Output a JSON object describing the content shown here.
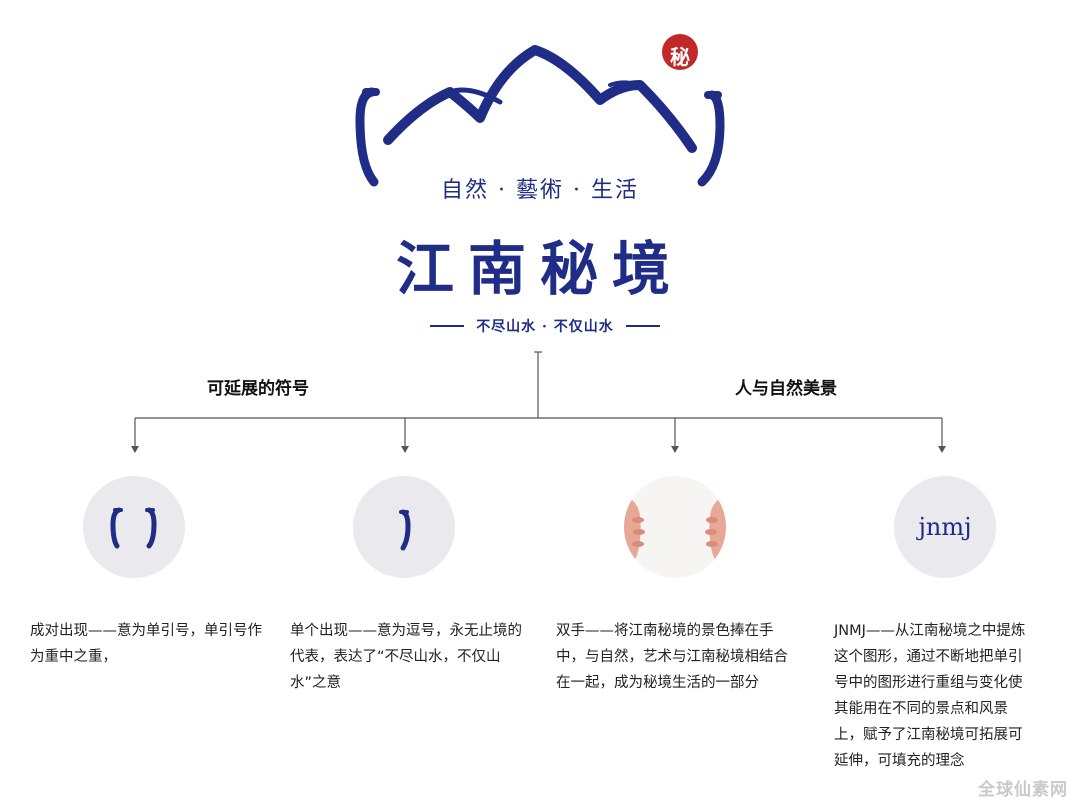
{
  "logo": {
    "seal_text": "秘",
    "tagline": "自然 · 藝術 · 生活",
    "brand_name": "江南秘境",
    "slogan": "不尽山水 · 不仅山水"
  },
  "branches": [
    {
      "heading": "可延展的符号"
    },
    {
      "heading": "人与自然美景"
    }
  ],
  "items": [
    {
      "icon": "paired-brackets-icon",
      "description": "成对出现——意为单引号，单引号作为重中之重，"
    },
    {
      "icon": "single-bracket-icon",
      "description": "单个出现——意为逗号，永无止境的代表，表达了“不尽山水，不仅山水”之意"
    },
    {
      "icon": "hands-photo",
      "description": "双手——将江南秘境的景色捧在手中，与自然，艺术与江南秘境相结合在一起，成为秘境生活的一部分"
    },
    {
      "icon": "jnmj-wordmark",
      "circle_text": "jnmj",
      "description": "JNMJ——从江南秘境之中提炼这个图形，通过不断地把单引号中的图形进行重组与变化使其能用在不同的景点和风景上，赋予了江南秘境可拓展可延伸，可填充的理念"
    }
  ],
  "watermark": "全球仙素网",
  "colors": {
    "brand_blue": "#1f2d86",
    "seal_red": "#c0282a",
    "circle_bg": "#e9e9ee",
    "line": "#555555"
  }
}
